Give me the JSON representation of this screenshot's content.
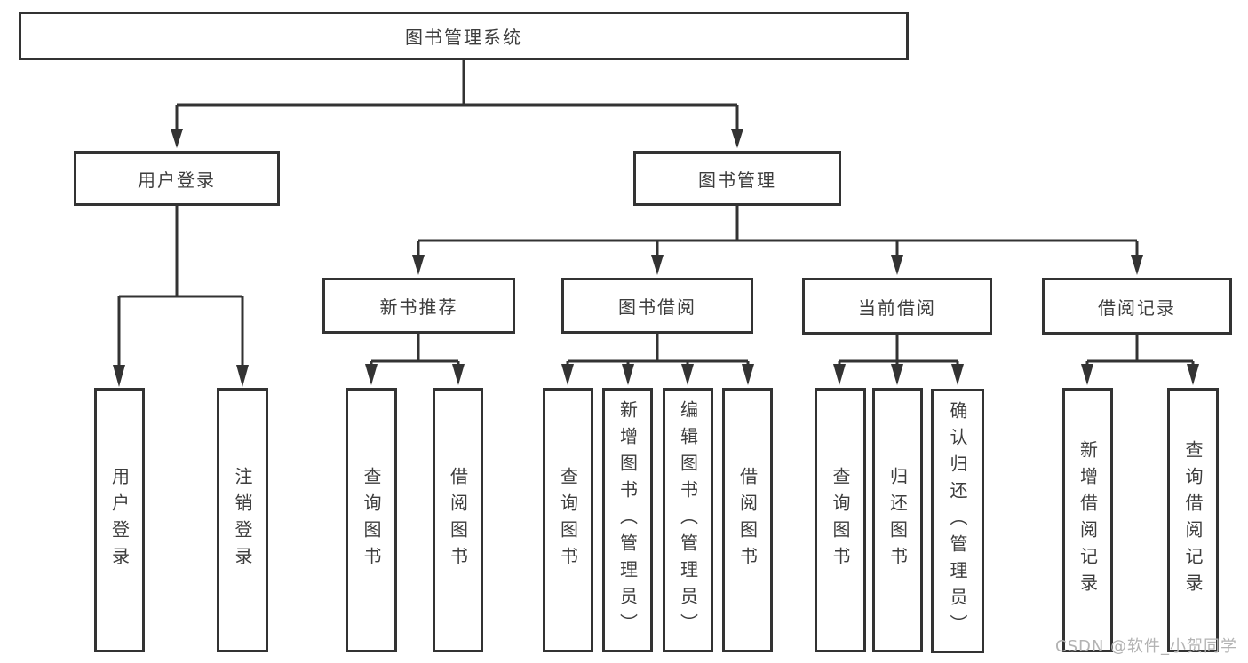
{
  "diagram": {
    "root": "图书管理系统",
    "user_login": {
      "label": "用户登录",
      "children": [
        "用户登录",
        "注销登录"
      ]
    },
    "book_mgmt": {
      "label": "图书管理",
      "sections": [
        {
          "label": "新书推荐",
          "children": [
            "查询图书",
            "借阅图书"
          ]
        },
        {
          "label": "图书借阅",
          "children": [
            "查询图书",
            "新增图书（管理员）",
            "编辑图书（管理员）",
            "借阅图书"
          ]
        },
        {
          "label": "当前借阅",
          "children": [
            "查询图书",
            "归还图书",
            "确认归还（管理员）"
          ]
        },
        {
          "label": "借阅记录",
          "children": [
            "新增借阅记录",
            "查询借阅记录"
          ]
        }
      ]
    },
    "watermark": "CSDN @软件_小贺同学",
    "colors": {
      "line": "#333333",
      "text": "#3d3d3d",
      "watermark": "#b3b3b3",
      "background": "#ffffff"
    }
  }
}
